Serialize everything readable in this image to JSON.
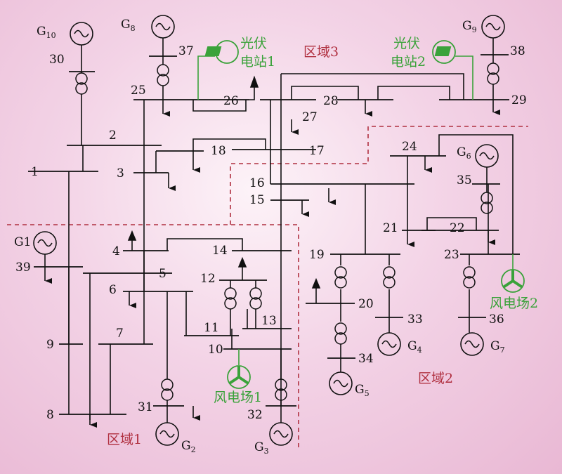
{
  "buses": [
    {
      "id": "1",
      "label": "1"
    },
    {
      "id": "2",
      "label": "2"
    },
    {
      "id": "3",
      "label": "3"
    },
    {
      "id": "4",
      "label": "4"
    },
    {
      "id": "5",
      "label": "5"
    },
    {
      "id": "6",
      "label": "6"
    },
    {
      "id": "7",
      "label": "7"
    },
    {
      "id": "8",
      "label": "8"
    },
    {
      "id": "9",
      "label": "9"
    },
    {
      "id": "10",
      "label": "10"
    },
    {
      "id": "11",
      "label": "11"
    },
    {
      "id": "12",
      "label": "12"
    },
    {
      "id": "13",
      "label": "13"
    },
    {
      "id": "14",
      "label": "14"
    },
    {
      "id": "15",
      "label": "15"
    },
    {
      "id": "16",
      "label": "16"
    },
    {
      "id": "17",
      "label": "17"
    },
    {
      "id": "18",
      "label": "18"
    },
    {
      "id": "19",
      "label": "19"
    },
    {
      "id": "20",
      "label": "20"
    },
    {
      "id": "21",
      "label": "21"
    },
    {
      "id": "22",
      "label": "22"
    },
    {
      "id": "23",
      "label": "23"
    },
    {
      "id": "24",
      "label": "24"
    },
    {
      "id": "25",
      "label": "25"
    },
    {
      "id": "26",
      "label": "26"
    },
    {
      "id": "27",
      "label": "27"
    },
    {
      "id": "28",
      "label": "28"
    },
    {
      "id": "29",
      "label": "29"
    },
    {
      "id": "30",
      "label": "30"
    },
    {
      "id": "31",
      "label": "31"
    },
    {
      "id": "32",
      "label": "32"
    },
    {
      "id": "33",
      "label": "33"
    },
    {
      "id": "34",
      "label": "34"
    },
    {
      "id": "35",
      "label": "35"
    },
    {
      "id": "36",
      "label": "36"
    },
    {
      "id": "37",
      "label": "37"
    },
    {
      "id": "38",
      "label": "38"
    },
    {
      "id": "39",
      "label": "39"
    }
  ],
  "generators": [
    {
      "id": "G1",
      "main": "G",
      "sub": "1"
    },
    {
      "id": "G2",
      "main": "G",
      "sub": "2"
    },
    {
      "id": "G3",
      "main": "G",
      "sub": "3"
    },
    {
      "id": "G4",
      "main": "G",
      "sub": "4"
    },
    {
      "id": "G5",
      "main": "G",
      "sub": "5"
    },
    {
      "id": "G6",
      "main": "G",
      "sub": "6"
    },
    {
      "id": "G7",
      "main": "G",
      "sub": "7"
    },
    {
      "id": "G8",
      "main": "G",
      "sub": "8"
    },
    {
      "id": "G9",
      "main": "G",
      "sub": "9"
    },
    {
      "id": "G10",
      "main": "G",
      "sub": "10"
    }
  ],
  "regions": {
    "region1": "区域1",
    "region2": "区域2",
    "region3": "区域3"
  },
  "renewables": {
    "pv1_line1": "光伏",
    "pv1_line2": "电站1",
    "pv2_line1": "光伏",
    "pv2_line2": "电站2",
    "wind1": "风电场1",
    "wind2": "风电场2"
  },
  "colors": {
    "region_boundary": "#b03040",
    "renewable": "#3aa23a",
    "line": "#111111"
  }
}
